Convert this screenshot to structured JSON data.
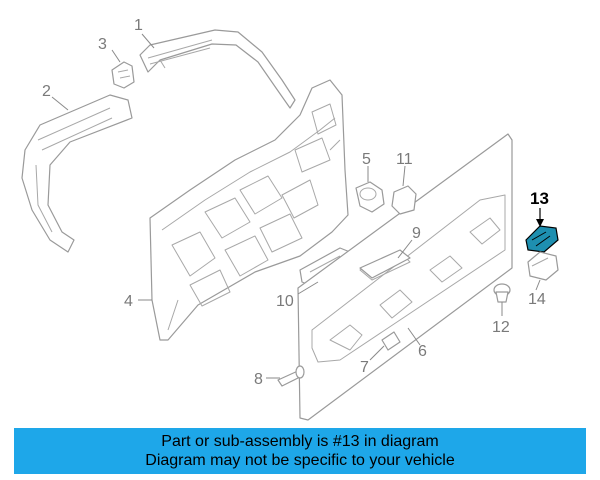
{
  "banner": {
    "line1": "Part or sub-assembly is #13 in diagram",
    "line2": "Diagram may not be specific to your vehicle"
  },
  "callouts": [
    "1",
    "2",
    "3",
    "4",
    "5",
    "6",
    "7",
    "8",
    "9",
    "10",
    "11",
    "12",
    "13",
    "14"
  ],
  "highlighted_part": "13",
  "colors": {
    "banner": "#1ea7e9",
    "highlight": "#1e8fb0",
    "line": "#9a9a9a"
  }
}
